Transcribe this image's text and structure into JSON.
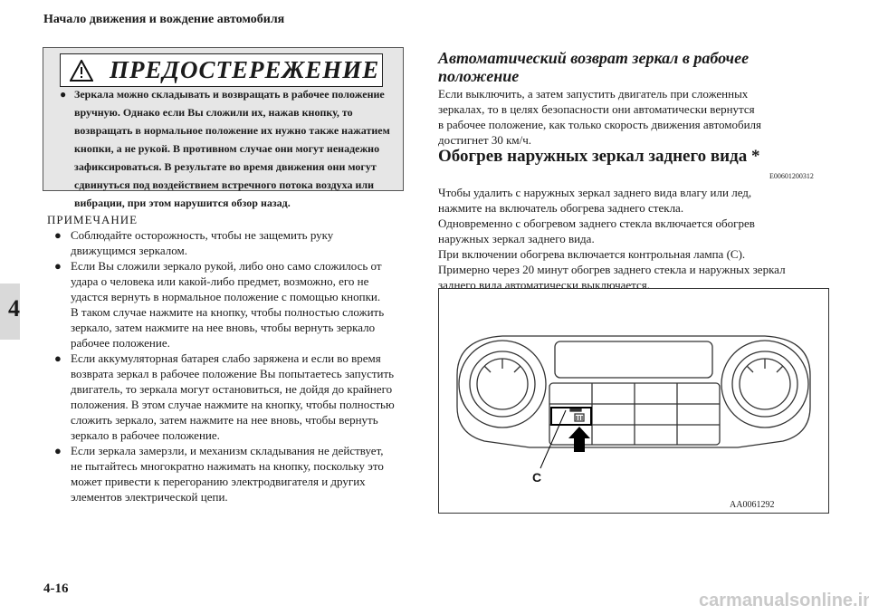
{
  "header": {
    "title": "Начало движения и вождение автомобиля"
  },
  "page": {
    "number": "4-16",
    "chapter": "4"
  },
  "warning": {
    "title": "ПРЕДОСТЕРЕЖЕНИЕ",
    "icon": "warning-triangle-icon",
    "lines": [
      "Зеркала можно складывать и возвращать в рабочее положение",
      "вручную. Однако если Вы сложили их, нажав кнопку, то",
      "возвращать в нормальное положение их нужно также нажатием",
      "кнопки, а не рукой. В противном случае они могут ненадежно",
      "зафиксироваться. В результате во время движения они могут",
      "сдвинуться под воздействием встречного потока воздуха или",
      "вибрации, при этом нарушится обзор назад."
    ]
  },
  "note": {
    "title": "ПРИМЕЧАНИЕ",
    "items": [
      [
        "Соблюдайте осторожность, чтобы не защемить руку",
        "движущимся зеркалом."
      ],
      [
        "Если Вы сложили зеркало рукой, либо оно само сложилось от",
        "удара о человека или какой-либо предмет, возможно, его не",
        "удастся вернуть в нормальное положение с помощью кнопки.",
        "В таком случае нажмите на кнопку, чтобы полностью сложить",
        "зеркало, затем нажмите на нее вновь, чтобы вернуть зеркало",
        "рабочее положение."
      ],
      [
        "Если аккумуляторная батарея слабо заряжена и если во время",
        "возврата зеркал в рабочее положение Вы попытаетесь запустить",
        "двигатель, то зеркала могут остановиться, не дойдя до крайнего",
        "положения. В этом случае нажмите на кнопку, чтобы полностью",
        "сложить зеркало, затем нажмите на нее вновь, чтобы вернуть",
        "зеркало в рабочее положение."
      ],
      [
        "Если зеркала замерзли, и механизм складывания не действует,",
        "не пытайтесь многократно нажимать на кнопку, поскольку это",
        "может привести к перегоранию электродвигателя и других",
        "элементов электрической цепи."
      ]
    ]
  },
  "section1": {
    "title_lines": [
      "Автоматический возврат зеркал в рабочее",
      "положение"
    ],
    "body": [
      "Если выключить, а затем запустить двигатель при сложенных",
      "зеркалах, то в целях безопасности они автоматически вернутся",
      "в рабочее положение, как только скорость движения автомобиля",
      "достигнет 30 км/ч."
    ]
  },
  "section2": {
    "title": "Обогрев наружных зеркал заднего вида *",
    "code": "E00601200312",
    "body": [
      "Чтобы удалить с наружных зеркал заднего вида влагу или лед,",
      "нажмите на включатель обогрева заднего стекла.",
      "Одновременно с обогревом заднего стекла включается обогрев",
      "наружных зеркал заднего вида.",
      "При включении обогрева включается контрольная лампа (C).",
      "Примерно через 20 минут обогрев заднего стекла и наружных зеркал",
      "заднего вида автоматически выключается."
    ]
  },
  "figure": {
    "label": "C",
    "code": "AA0061292"
  },
  "watermark": "carmanualsonline.info"
}
